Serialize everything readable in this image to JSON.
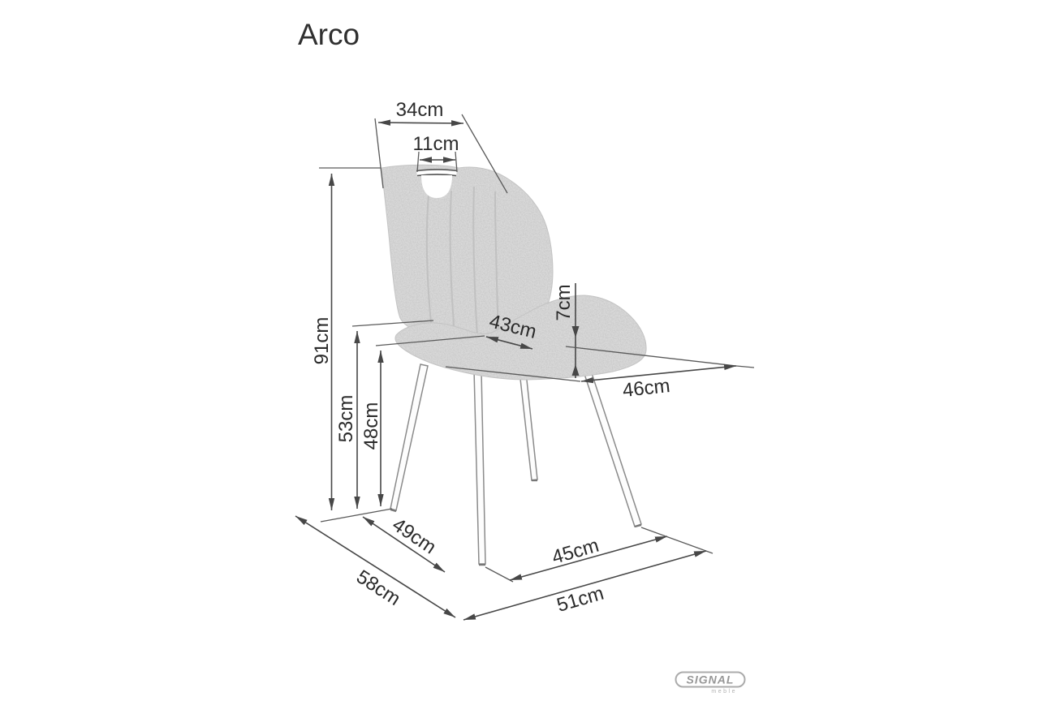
{
  "title": "Arco",
  "product": {
    "name": "Arco",
    "type": "upholstered dining chair, three-quarter view technical drawing"
  },
  "dimensions": {
    "back_width": "34cm",
    "handle_width": "11cm",
    "total_height": "91cm",
    "back_bottom_height": "53cm",
    "seat_height": "48cm",
    "seat_width": "43cm",
    "cushion_thickness": "7cm",
    "seat_depth": "46cm",
    "leg_span_side": "49cm",
    "base_depth": "58cm",
    "leg_span_front": "45cm",
    "base_width": "51cm"
  },
  "logo": {
    "brand": "SIGNAL",
    "sub": "meble"
  },
  "colors": {
    "background": "#ffffff",
    "line": "#474747",
    "text": "#2b2b2b",
    "fabric_base": "#dadada",
    "fabric_speckle": "#8f8f8f",
    "logo_gray": "#979797"
  }
}
